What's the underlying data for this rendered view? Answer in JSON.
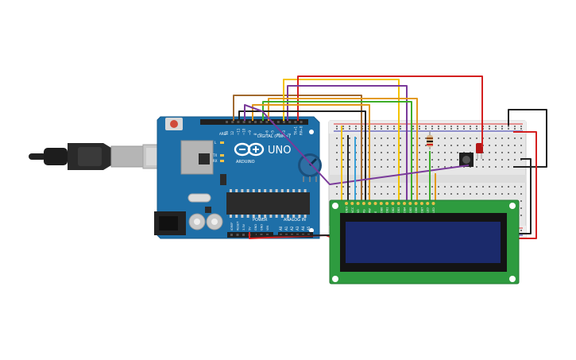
{
  "board": {
    "name": "UNO",
    "brand": "ARDUINO",
    "digital_label": "DIGITAL (PWM~)",
    "power_label": "POWER",
    "analog_label": "ANALOG IN",
    "aref": "AREF",
    "gnd": "GND",
    "led_l": "L",
    "led_tx": "TX",
    "led_rx": "RX",
    "digital_pins": [
      "13",
      "12",
      "~11",
      "~10",
      "~9",
      "8",
      "7",
      "~6",
      "~5",
      "4",
      "~3",
      "2",
      "TX→1",
      "RX←0"
    ],
    "power_pins": [
      "IOREF",
      "RESET",
      "3.3V",
      "5V",
      "GND",
      "GND",
      "VIN"
    ],
    "analog_pins": [
      "A0",
      "A1",
      "A2",
      "A3",
      "A4",
      "A5"
    ]
  },
  "lcd": {
    "pins": [
      "GND",
      "VCC",
      "V0",
      "RS",
      "RW",
      "E",
      "DB0",
      "DB1",
      "DB2",
      "DB3",
      "DB4",
      "DB5",
      "DB6",
      "DB7",
      "LED",
      "LED"
    ]
  },
  "colors": {
    "board": "#1e6fa8",
    "board_dark": "#15588a",
    "breadboard": "#e8e8e8",
    "lcd_pcb": "#2e9b3f",
    "lcd_screen": "#1b2a6b",
    "wire_brown": "#a0692f",
    "wire_yellow": "#f4c400",
    "wire_orange": "#e39a1c",
    "wire_green": "#3fae2a",
    "wire_purple": "#7a3a9a",
    "wire_red": "#d42020",
    "wire_black": "#222222",
    "wire_blue": "#3aa0d8"
  }
}
